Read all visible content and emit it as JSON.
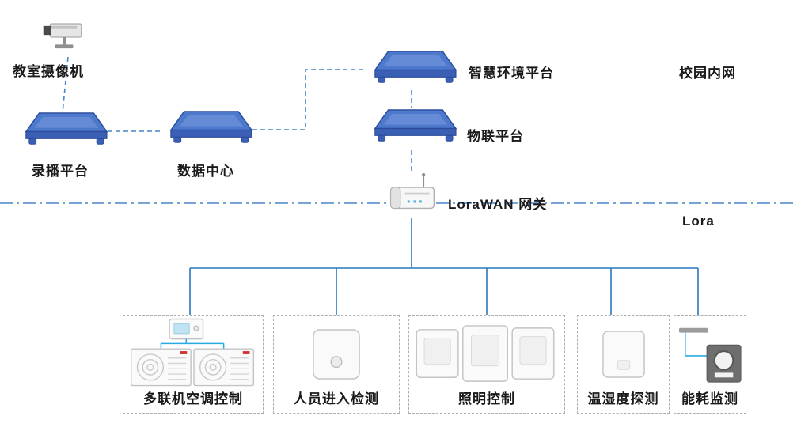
{
  "diagram": {
    "nodes": {
      "camera": "教室摄像机",
      "recording_platform": "录播平台",
      "data_center": "数据中心",
      "smart_env_platform": "智慧环境平台",
      "iot_platform": "物联平台",
      "gateway": "LoraWAN 网关"
    },
    "zones": {
      "campus_intranet": "校园内网",
      "lora": "Lora"
    },
    "device_groups": [
      {
        "label": "多联机空调控制"
      },
      {
        "label": "人员进入检测"
      },
      {
        "label": "照明控制"
      },
      {
        "label": "温湿度探测"
      },
      {
        "label": "能耗监测"
      }
    ],
    "connections": [
      "教室摄像机 → 录播平台",
      "录播平台 → 数据中心",
      "数据中心 → 智慧环境平台",
      "智慧环境平台 → 物联平台",
      "物联平台 → LoraWAN 网关",
      "LoraWAN 网关 → 多联机空调控制",
      "LoraWAN 网关 → 人员进入检测",
      "LoraWAN 网关 → 照明控制",
      "LoraWAN 网关 → 温湿度探测",
      "LoraWAN 网关 → 能耗监测"
    ]
  },
  "icons": {
    "camera": "cctv-camera-icon",
    "platform": "network-platform-3d-icon",
    "gateway": "lorawan-gateway-icon",
    "ac_control": "ac-units-with-controller-icon",
    "occupancy": "occupancy-sensor-icon",
    "lighting": "light-switch-panel-icons",
    "temp_humidity": "temp-humidity-sensor-icon",
    "energy": "energy-meter-icon"
  },
  "colors": {
    "platform_fill": "#4d79cc",
    "platform_edge": "#2b4c9b",
    "connector_dashed": "#4a86c8",
    "connector_solid": "#2878be",
    "boundary_line": "#4a86c8",
    "device_accent": "#29abe2",
    "text": "#1a1a1a"
  }
}
